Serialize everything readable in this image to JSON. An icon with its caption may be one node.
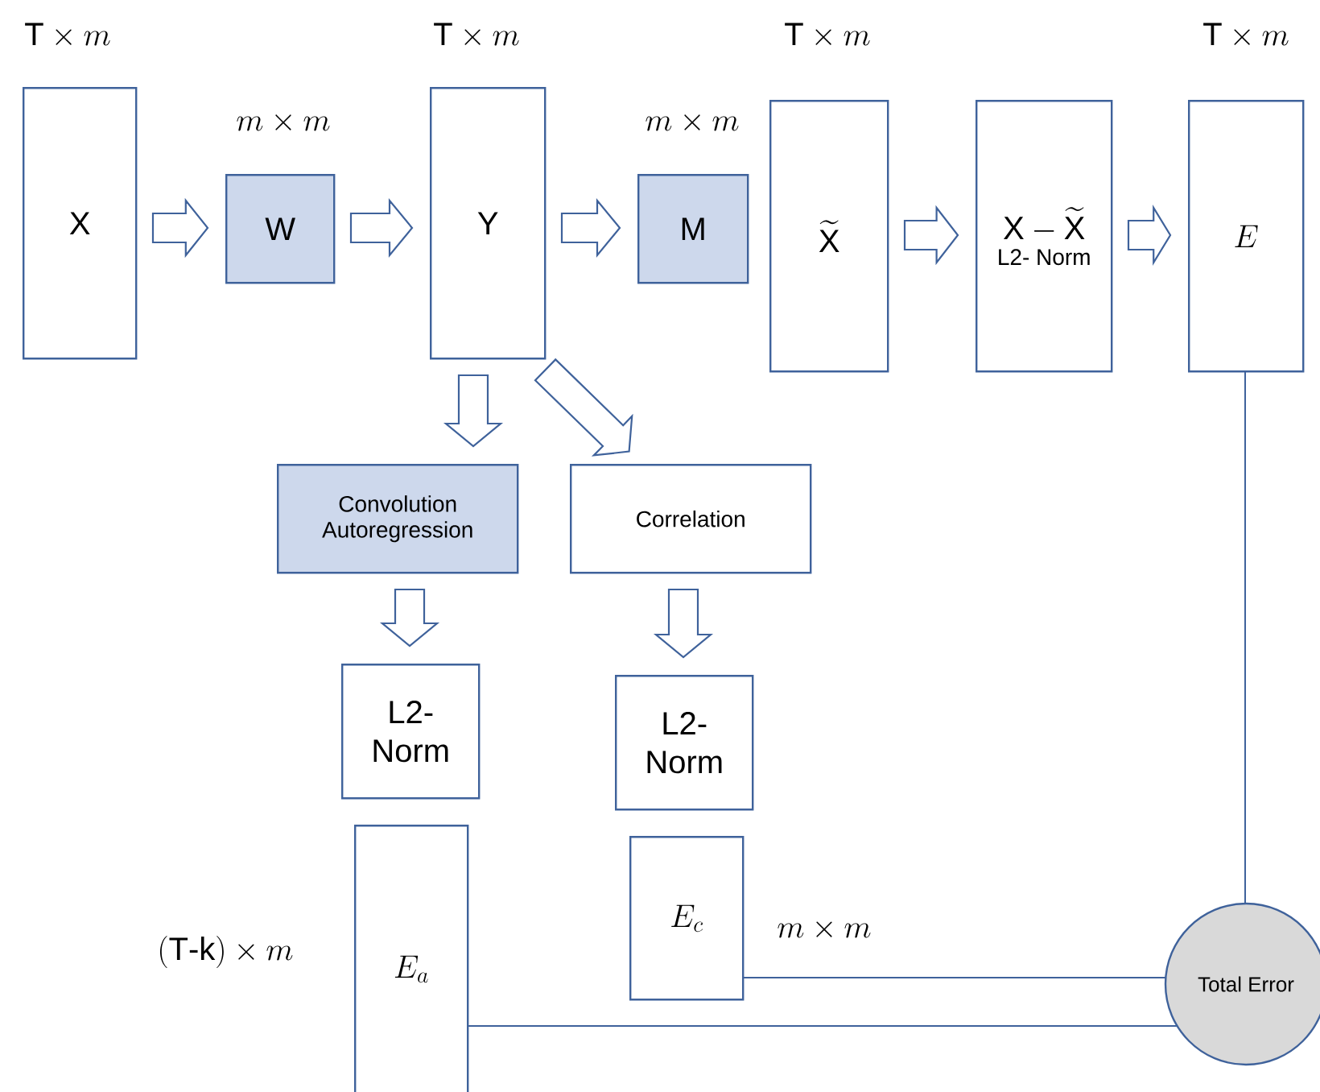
{
  "diagram": {
    "nodes": [
      {
        "text": [
          "X"
        ],
        "beside": [
          "\\mathrm{T}\\times m"
        ]
      },
      {
        "text": [
          "W"
        ],
        "beside": [
          "m\\times m"
        ]
      },
      {
        "text": [
          "Y"
        ],
        "beside": [
          "\\mathrm{T}\\times m"
        ]
      },
      {
        "text": [
          "M"
        ],
        "beside": [
          "m\\times m"
        ]
      },
      {
        "text": [
          "\\widetilde{\\mathrm{X}}"
        ],
        "beside": [
          "\\mathrm{T}\\times m"
        ]
      },
      {
        "text": [
          "\\mathrm{X}-\\widetilde{\\mathrm{X}}",
          "L2- Norm"
        ]
      },
      {
        "text": [
          "E"
        ],
        "beside": [
          "\\mathrm{T}\\times m"
        ]
      },
      {
        "text": [
          "Convolution Autoregression"
        ]
      },
      {
        "text": [
          "Correlation"
        ]
      },
      {
        "text": [
          "L2- Norm"
        ]
      },
      {
        "text": [
          "L2- Norm"
        ]
      },
      {
        "text": [
          "E_a"
        ],
        "beside": [
          "(\\mathrm{T}\\text{-}\\mathrm{k})\\times m"
        ]
      },
      {
        "text": [
          "E_c"
        ],
        "beside": [
          "m\\times m"
        ]
      },
      {
        "text": [
          "Total Error"
        ]
      }
    ],
    "edges": [
      {
        "from": 0,
        "to": 1,
        "arrow": "to"
      },
      {
        "from": 1,
        "to": 2,
        "arrow": "to"
      },
      {
        "from": 2,
        "to": 3,
        "arrow": "to"
      },
      {
        "from": 4,
        "to": 5,
        "arrow": "to"
      },
      {
        "from": 5,
        "to": 6,
        "arrow": "to"
      },
      {
        "from": 2,
        "to": 7,
        "arrow": "to"
      },
      {
        "from": 2,
        "to": 8,
        "arrow": "to"
      },
      {
        "from": 7,
        "to": 9,
        "arrow": "to"
      },
      {
        "from": 8,
        "to": 10,
        "arrow": "to"
      },
      {
        "from": 6,
        "to": 13,
        "arrow": "none"
      },
      {
        "from": 12,
        "to": 13,
        "arrow": "none"
      },
      {
        "from": 11,
        "to": 13,
        "arrow": "none"
      }
    ]
  }
}
